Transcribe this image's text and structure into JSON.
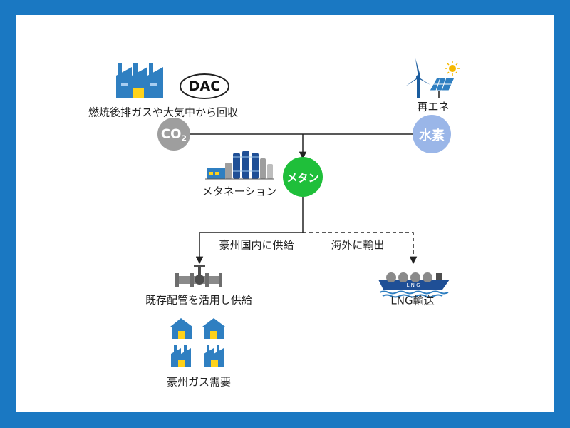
{
  "nodes": {
    "dac": "DAC",
    "co2_label": "燃焼後排ガスや大気中から回収",
    "co2_main": "CO",
    "co2_sub": "2",
    "renewable": "再エネ",
    "hydrogen": "水素",
    "methane": "メタン",
    "methanation": "メタネーション",
    "domestic_supply": "豪州国内に供給",
    "overseas_export": "海外に輸出",
    "pipeline_supply": "既存配管を活用し供給",
    "lng_transport": "LNG輸送",
    "gas_demand": "豪州ガス需要",
    "ship_text": "L N G"
  },
  "colors": {
    "border": "#1a78c2",
    "co2": "#9e9e9e",
    "hydrogen": "#9ab6e8",
    "methane": "#1fbf3a",
    "factory": "#2f7fc1",
    "tank": "#1f4f96"
  }
}
